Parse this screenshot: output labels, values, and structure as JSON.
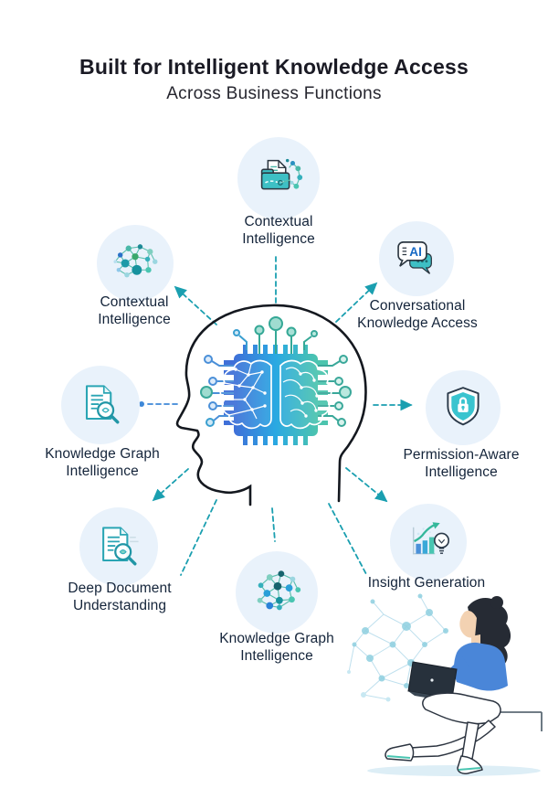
{
  "title": "Built for Intelligent Knowledge Access",
  "subtitle": "Across Business Functions",
  "nodes": [
    {
      "position": "top",
      "icon": "folder-network-icon",
      "label_line1": "Contextual",
      "label_line2": "Intelligence"
    },
    {
      "position": "top-left",
      "icon": "network-graph-icon",
      "label_line1": "Contextual",
      "label_line2": "Intelligence"
    },
    {
      "position": "top-right",
      "icon": "ai-chat-icon",
      "ai_badge": "AI",
      "label_line1": "Conversational",
      "label_line2": "Knowledge Access"
    },
    {
      "position": "left",
      "icon": "document-search-icon",
      "label_line1": "Knowledge Graph",
      "label_line2": "Intelligence"
    },
    {
      "position": "right",
      "icon": "shield-lock-icon",
      "label_line1": "Permission-Aware",
      "label_line2": "Intelligence"
    },
    {
      "position": "bottom-left",
      "icon": "document-search-icon",
      "label_line1": "Deep Document",
      "label_line2": "Understanding"
    },
    {
      "position": "bottom-center",
      "icon": "network-graph-icon",
      "label_line1": "Knowledge Graph",
      "label_line2": "Intelligence"
    },
    {
      "position": "bottom-right",
      "icon": "chart-bulb-icon",
      "label_line1": "Insight Generation",
      "label_line2": ""
    }
  ],
  "center_icon": "head-profile-chip-brain",
  "decoration_icon": "woman-with-laptop-illustration",
  "colors": {
    "teal_accent": "#1a9fb0",
    "blue_accent": "#3f88d8",
    "bubble_background": "#e9f2fb",
    "title_color": "#1a1a24",
    "label_color": "#14243a",
    "chip_gradient": [
      "#3f6fd8",
      "#2aa9e2",
      "#4cc4ae"
    ],
    "shirt_blue": "#4a86d8"
  }
}
